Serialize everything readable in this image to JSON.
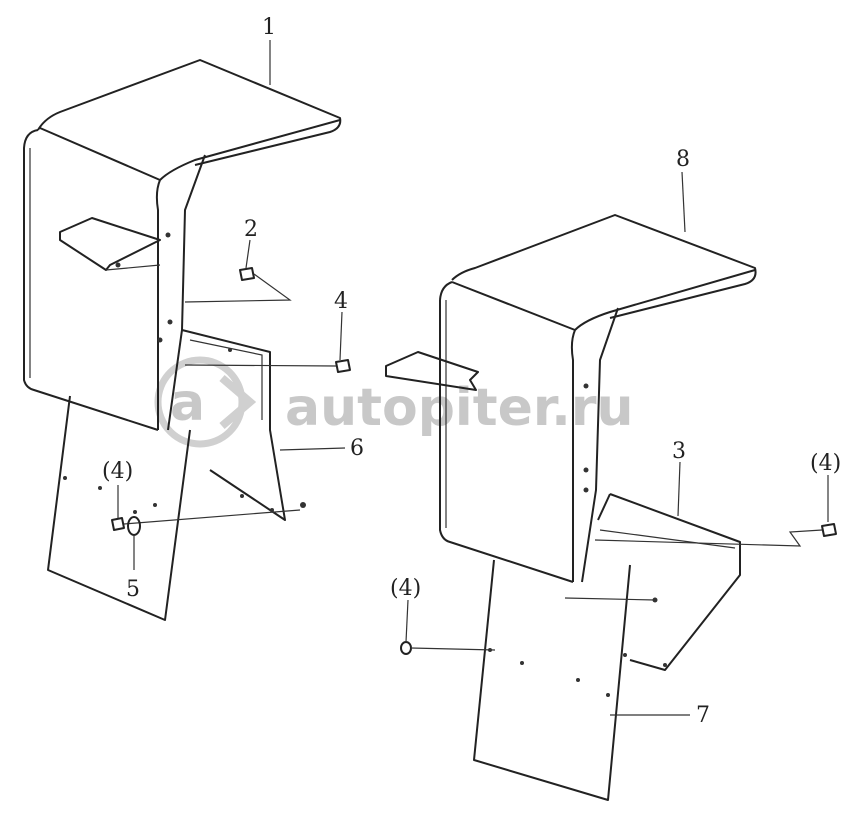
{
  "labels": {
    "l1": "1",
    "l2": "2",
    "l3": "3",
    "l4": "4",
    "l4a": "(4)",
    "l4b": "(4)",
    "l4c": "(4)",
    "l5": "5",
    "l6": "6",
    "l7": "7",
    "l8": "8"
  },
  "watermark": {
    "text": "autopiter.ru",
    "badge": "a"
  },
  "colors": {
    "line": "#222222",
    "watermark": "#c8c8c8"
  }
}
